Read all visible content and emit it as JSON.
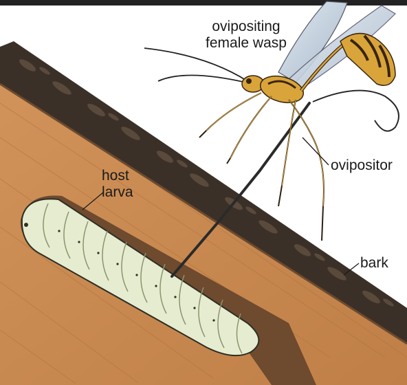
{
  "labels": {
    "wasp_line1": "ovipositing",
    "wasp_line2": "female wasp",
    "ovipositor": "ovipositor",
    "bark": "bark",
    "larva_line1": "host",
    "larva_line2": "larva"
  },
  "colors": {
    "wood": "#c98a4f",
    "bark": "#3a2e25",
    "larva": "#e6ecd0",
    "wasp_body": "#d9a53a",
    "wasp_dark": "#3a2410",
    "background": "#ffffff"
  }
}
